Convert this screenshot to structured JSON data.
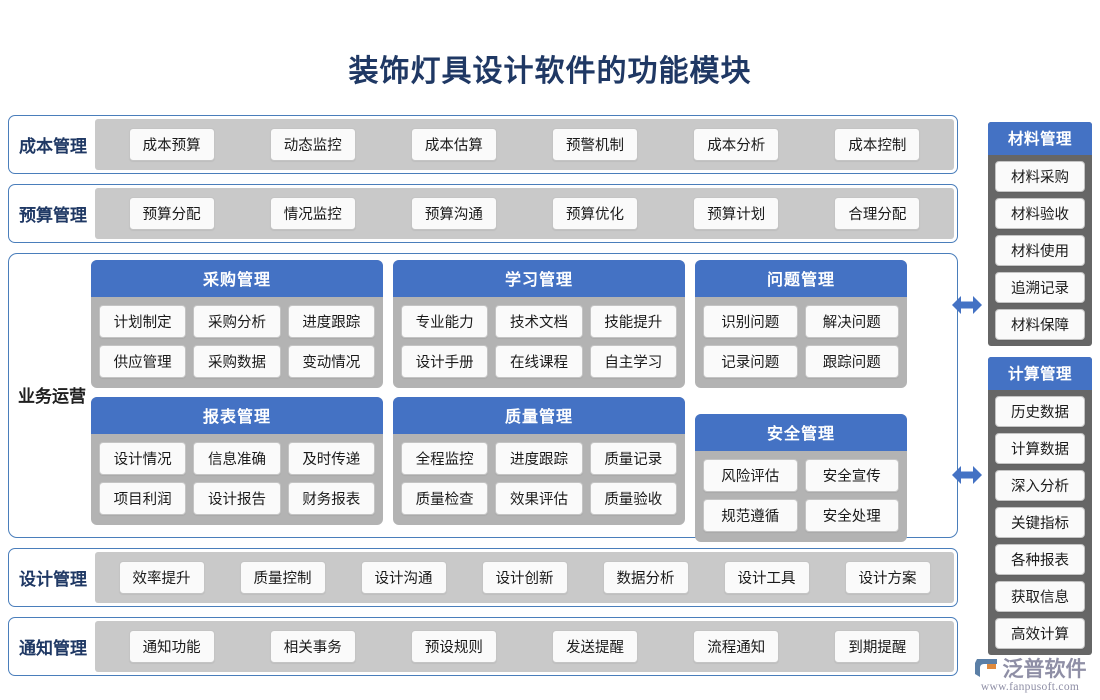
{
  "title": "装饰灯具设计软件的功能模块",
  "colors": {
    "title": "#1F3864",
    "header_blue": "#4472C4",
    "panel_border": "#4A7EBB",
    "strip_gray": "#C9C9C9",
    "card_gray": "#B3B3B3",
    "sidebar_gray": "#666666",
    "pill_bg": "#FAFAFA",
    "logo": "#8F8FA6"
  },
  "flat_rows": [
    {
      "label": "成本管理",
      "items": [
        "成本预算",
        "动态监控",
        "成本估算",
        "预警机制",
        "成本分析",
        "成本控制"
      ]
    },
    {
      "label": "预算管理",
      "items": [
        "预算分配",
        "情况监控",
        "预算沟通",
        "预算优化",
        "预算计划",
        "合理分配"
      ]
    }
  ],
  "bottom_rows": [
    {
      "label": "设计管理",
      "items": [
        "效率提升",
        "质量控制",
        "设计沟通",
        "设计创新",
        "数据分析",
        "设计工具",
        "设计方案"
      ]
    },
    {
      "label": "通知管理",
      "items": [
        "通知功能",
        "相关事务",
        "预设规则",
        "发送提醒",
        "流程通知",
        "到期提醒"
      ]
    }
  ],
  "operations": {
    "label": "业务运营",
    "cards": [
      {
        "title": "采购管理",
        "rows": [
          [
            "计划制定",
            "采购分析",
            "进度跟踪"
          ],
          [
            "供应管理",
            "采购数据",
            "变动情况"
          ]
        ]
      },
      {
        "title": "学习管理",
        "rows": [
          [
            "专业能力",
            "技术文档",
            "技能提升"
          ],
          [
            "设计手册",
            "在线课程",
            "自主学习"
          ]
        ]
      },
      {
        "title": "问题管理",
        "rows": [
          [
            "识别问题",
            "解决问题"
          ],
          [
            "记录问题",
            "跟踪问题"
          ]
        ]
      },
      {
        "title": "报表管理",
        "rows": [
          [
            "设计情况",
            "信息准确",
            "及时传递"
          ],
          [
            "项目利润",
            "设计报告",
            "财务报表"
          ]
        ]
      },
      {
        "title": "质量管理",
        "rows": [
          [
            "全程监控",
            "进度跟踪",
            "质量记录"
          ],
          [
            "质量检查",
            "效果评估",
            "质量验收"
          ]
        ]
      },
      {
        "title": "安全管理",
        "rows": [
          [
            "风险评估",
            "安全宣传"
          ],
          [
            "规范遵循",
            "安全处理"
          ]
        ]
      }
    ]
  },
  "sidebar": {
    "cards": [
      {
        "title": "材料管理",
        "items": [
          "材料采购",
          "材料验收",
          "材料使用",
          "追溯记录",
          "材料保障"
        ]
      },
      {
        "title": "计算管理",
        "items": [
          "历史数据",
          "计算数据",
          "深入分析",
          "关键指标",
          "各种报表",
          "获取信息",
          "高效计算"
        ]
      }
    ]
  },
  "connectors": [
    {
      "name": "double-arrow-top"
    },
    {
      "name": "double-arrow-bottom"
    }
  ],
  "logo": {
    "name": "泛普软件",
    "url": "www.fanpusoft.com"
  }
}
